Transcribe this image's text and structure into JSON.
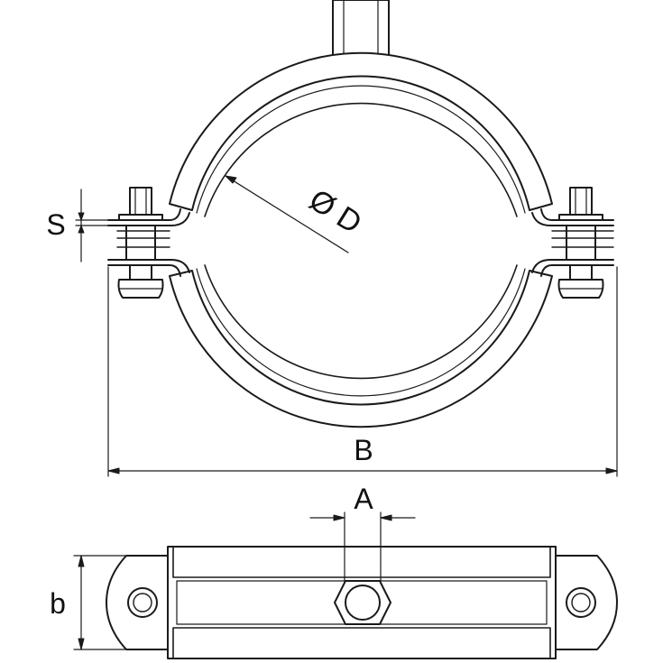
{
  "drawing": {
    "labels": {
      "diameter": "Ø D",
      "thickness": "S",
      "width_overall": "B",
      "nut_width": "A",
      "band_width": "b"
    },
    "colors": {
      "stroke": "#1a1a1a",
      "background": "#ffffff"
    }
  }
}
